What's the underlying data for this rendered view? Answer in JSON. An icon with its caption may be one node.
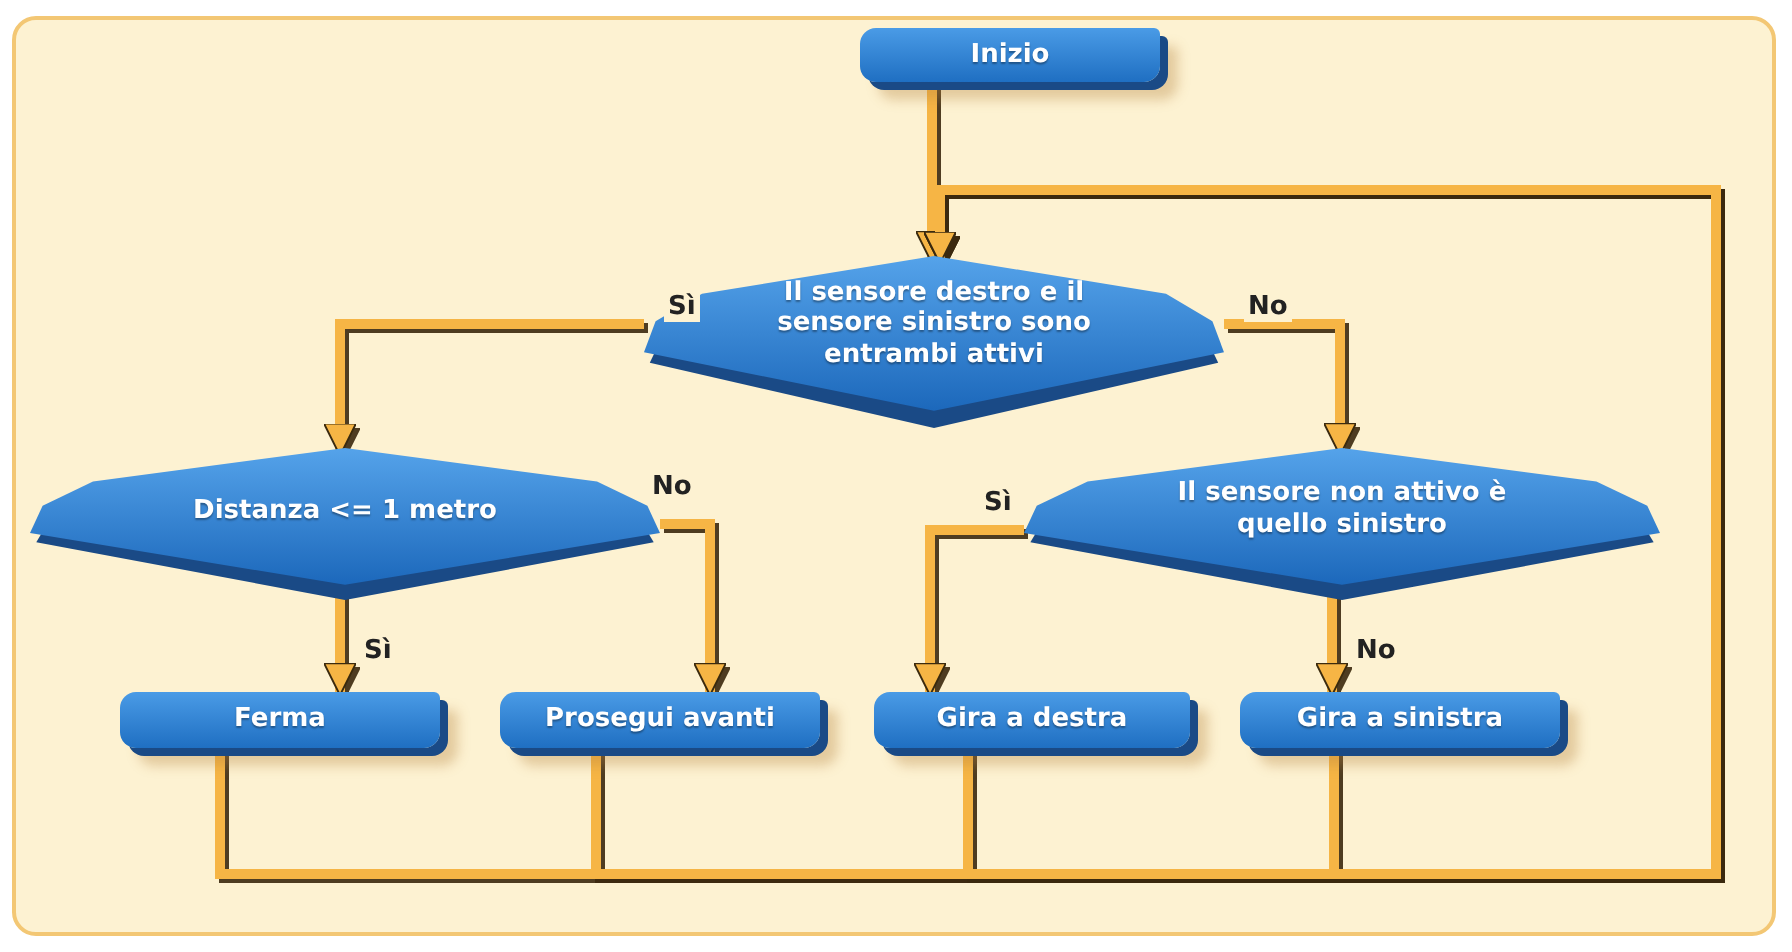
{
  "diagram": {
    "nodes": [
      {
        "text": [
          "Inizio"
        ]
      },
      {
        "text": [
          "Il sensore destro e il sensore sinistro sono entrambi attivi"
        ]
      },
      {
        "text": [
          "Distanza <= 1 metro"
        ]
      },
      {
        "text": [
          "Il sensore non attivo è quello sinistro"
        ]
      },
      {
        "text": [
          "Ferma"
        ]
      },
      {
        "text": [
          "Prosegui avanti"
        ]
      },
      {
        "text": [
          "Gira a destra"
        ]
      },
      {
        "text": [
          "Gira a sinistra"
        ]
      }
    ],
    "edges": [
      {
        "from": 0,
        "to": 1,
        "arrow": "to"
      },
      {
        "from": 1,
        "to": 2,
        "arrow": "to",
        "label": "Sì"
      },
      {
        "from": 1,
        "to": 3,
        "arrow": "to",
        "label": "No"
      },
      {
        "from": 2,
        "to": 4,
        "arrow": "to",
        "label": "Sì"
      },
      {
        "from": 2,
        "to": 5,
        "arrow": "to",
        "label": "No"
      },
      {
        "from": 3,
        "to": 6,
        "arrow": "to",
        "label": "Sì"
      },
      {
        "from": 3,
        "to": 7,
        "arrow": "to",
        "label": "No"
      },
      {
        "from": 4,
        "to": 1,
        "arrow": "to"
      },
      {
        "from": 5,
        "to": 1,
        "arrow": "to"
      },
      {
        "from": 6,
        "to": 1,
        "arrow": "to"
      },
      {
        "from": 7,
        "to": 1,
        "arrow": "to"
      }
    ]
  }
}
